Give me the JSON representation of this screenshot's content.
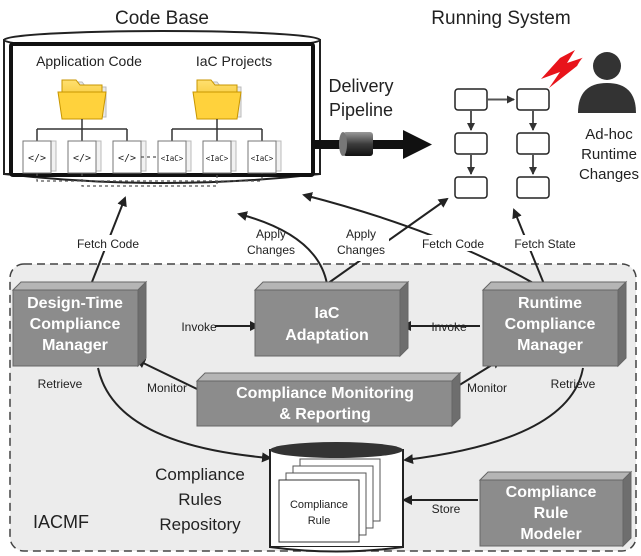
{
  "code_base": {
    "title": "Code Base",
    "application_code": "Application Code",
    "iac_projects": "IaC Projects",
    "app_file_labels": [
      "</>",
      "</>",
      "</>"
    ],
    "iac_file_labels": [
      "<IaC>",
      "<IaC>",
      "<IaC>"
    ]
  },
  "delivery_pipeline": {
    "line1": "Delivery",
    "line2": "Pipeline"
  },
  "running_system": {
    "title": "Running System",
    "adhoc_line1": "Ad-hoc",
    "adhoc_line2": "Runtime",
    "adhoc_line3": "Changes"
  },
  "edge_labels": {
    "fetch_code_left": "Fetch Code",
    "apply_changes_1_line1": "Apply",
    "apply_changes_1_line2": "Changes",
    "apply_changes_2_line1": "Apply",
    "apply_changes_2_line2": "Changes",
    "fetch_code_right": "Fetch Code",
    "fetch_state": "Fetch State",
    "invoke_left": "Invoke",
    "invoke_right": "Invoke",
    "monitor_left": "Monitor",
    "monitor_right": "Monitor",
    "retrieve_left": "Retrieve",
    "retrieve_right": "Retrieve",
    "store": "Store"
  },
  "framework": {
    "name": "IACMF",
    "design_time": [
      "Design-Time",
      "Compliance",
      "Manager"
    ],
    "iac_adaptation": [
      "IaC",
      "Adaptation"
    ],
    "runtime": [
      "Runtime",
      "Compliance",
      "Manager"
    ],
    "monitoring": [
      "Compliance Monitoring",
      "& Reporting"
    ],
    "rule_modeler": [
      "Compliance",
      "Rule",
      "Modeler"
    ],
    "repository_label": [
      "Compliance",
      "Rules",
      "Repository"
    ],
    "rule_doc": [
      "Compliance",
      "Rule"
    ]
  },
  "colors": {
    "box_fill": "#8c8c8c",
    "box_top": "#b5b5b5",
    "box_side": "#6e6e6e",
    "folder": "#f5c400",
    "lightning": "#e8141b",
    "framework_bg": "#ececec"
  }
}
